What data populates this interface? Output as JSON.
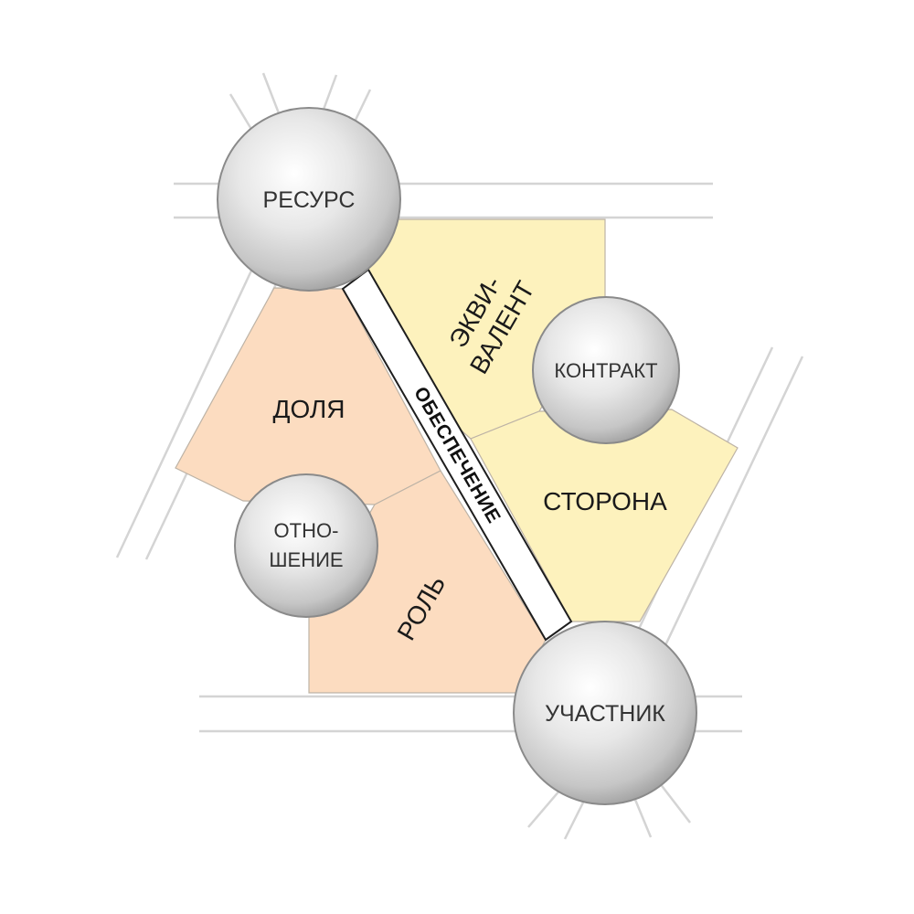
{
  "nodes": {
    "resource": "РЕСУРС",
    "contract": "КОНТРАКТ",
    "relation_line1": "ОТНО-",
    "relation_line2": "ШЕНИЕ",
    "participant": "УЧАСТНИК"
  },
  "regions": {
    "share": "ДОЛЯ",
    "role": "РОЛЬ",
    "equivalent_line1": "ЭКВИ-",
    "equivalent_line2": "ВАЛЕНТ",
    "side": "СТОРОНА"
  },
  "band": {
    "provision": "ОБЕСПЕЧЕНИЕ"
  },
  "colors": {
    "peach": "#fcdcc0",
    "yellow": "#fdf2bd",
    "region_border": "#bdb3a6",
    "rail": "#d4d4d4",
    "band_border": "#1e1e1e",
    "node_edge": "#8a8a8a"
  }
}
